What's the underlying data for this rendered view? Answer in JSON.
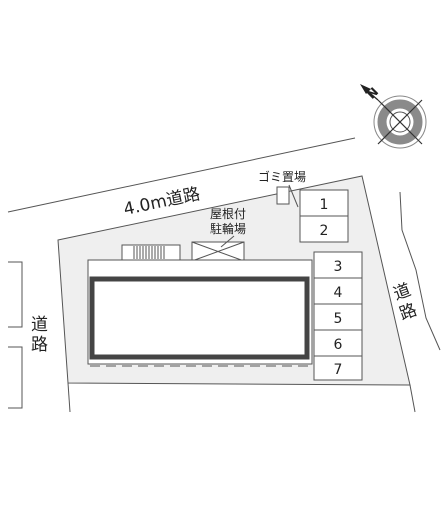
{
  "roads": {
    "top": "4.0m道路",
    "left": [
      "道",
      "路"
    ],
    "right": [
      "道",
      "路"
    ]
  },
  "labels": {
    "garbage": "ゴミ置場",
    "bicycle": [
      "屋根付",
      "駐輪場"
    ]
  },
  "parking": {
    "spaces": [
      "1",
      "2",
      "3",
      "4",
      "5",
      "6",
      "7"
    ]
  },
  "compass": {
    "north_label": "N"
  },
  "colors": {
    "lot": "#efefef",
    "line": "#555555",
    "building_border": "#444444",
    "compass_ring": "#8a8a8a"
  }
}
